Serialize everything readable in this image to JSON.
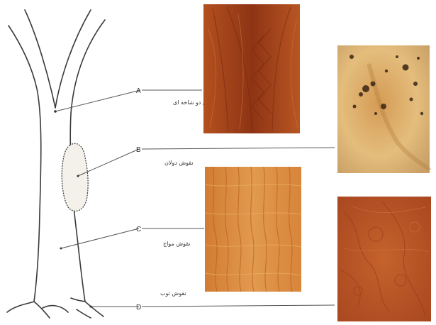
{
  "labels": [
    {
      "letter": "A",
      "text": "نقوش دو شاخه ای"
    },
    {
      "letter": "B",
      "text": "نقوش دولان"
    },
    {
      "letter": "C",
      "text": "نقوش مواج"
    },
    {
      "letter": "D",
      "text": "نقوش ثوب"
    }
  ],
  "colors": {
    "outline": "#3a3a3a",
    "leader": "#555555",
    "wood_dark": "#a8471a",
    "wood_mid": "#c9652a",
    "wood_light": "#e2a35a",
    "burl_light": "#e6c07e",
    "burl_dark": "#a06a2e"
  }
}
